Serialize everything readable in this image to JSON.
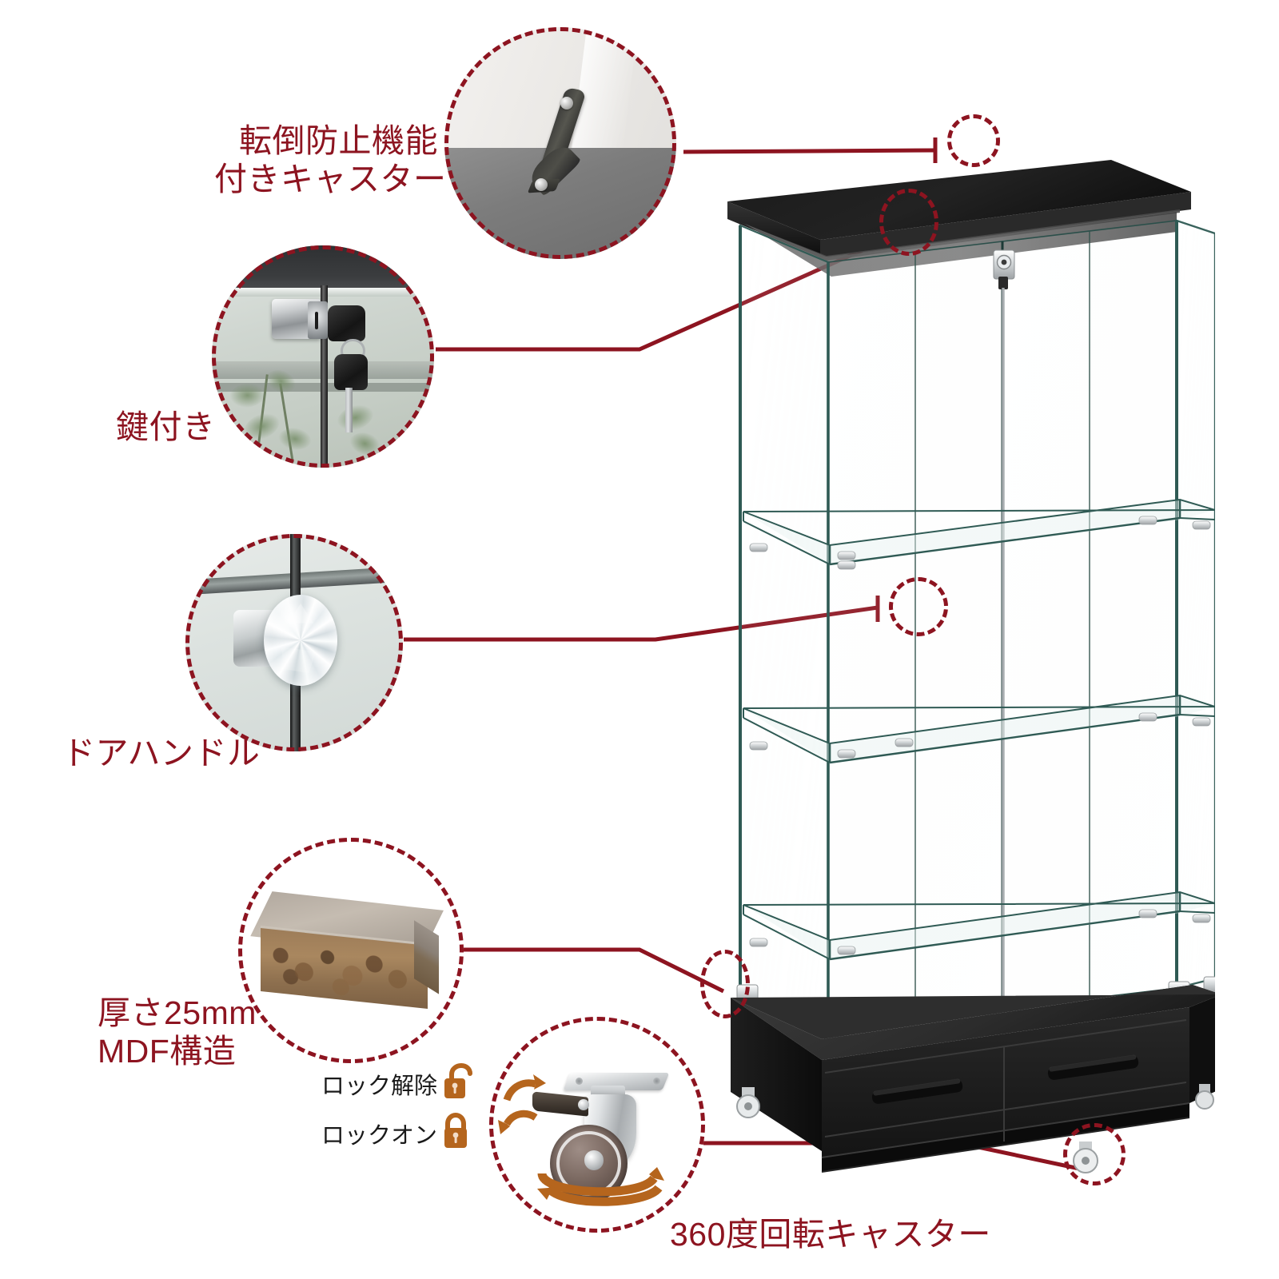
{
  "page": {
    "kind": "product-feature-infographic",
    "subject": "glass display cabinet with lockable doors, glass shelves, drawers and casters",
    "background_color": "#ffffff",
    "accent_color": "#8d1420",
    "secondary_accent_color": "#b5651d",
    "text_color_dark": "#1a1a1a"
  },
  "callouts": [
    {
      "id": "anti-tip-caster",
      "label": "転倒防止機能\n付きキャスター",
      "label_line1": "転倒防止機能",
      "label_line2": "付きキャスター",
      "photo": "anti-tip wall strap bracket screwed to wall and floor",
      "icon_name": "anti-tip-strap-photo"
    },
    {
      "id": "with-lock",
      "label": "鍵付き",
      "photo": "chrome cylinder lock on glass door with two black keys",
      "icon_name": "door-lock-photo"
    },
    {
      "id": "door-handle",
      "label": "ドアハンドル",
      "photo": "faceted crystal ball door knob mounted on glass door",
      "icon_name": "crystal-knob-photo"
    },
    {
      "id": "mdf-thickness",
      "label": "厚さ25mm\nMDF構造",
      "label_line1": "厚さ25mm",
      "label_line2": "MDF構造",
      "photo": "cut-away block of 25 mm thick MDF / particle board",
      "icon_name": "mdf-board-photo"
    },
    {
      "id": "swivel-caster",
      "label": "360度回転キャスター",
      "photo": "chrome swivel caster with rubber wheel and brake lever",
      "icon_name": "swivel-caster-photo",
      "states": [
        {
          "label": "ロック解除",
          "icon_name": "padlock-open-icon",
          "color": "#b5651d"
        },
        {
          "label": "ロックオン",
          "icon_name": "padlock-closed-icon",
          "color": "#b5651d"
        }
      ]
    }
  ],
  "product": {
    "name": "glass display cabinet",
    "top_panel_color": "#1c1c1c",
    "base_color": "#1e1e1e",
    "glass_edge_color": "#2f5a54",
    "hardware_color": "#dfe3e5",
    "shelf_count": 3,
    "door_count": 2,
    "drawer_count": 2,
    "caster_count": 4,
    "parts": [
      {
        "name": "top-panel",
        "material": "MDF",
        "color": "#1c1c1c"
      },
      {
        "name": "glass-door-left",
        "material": "tempered glass"
      },
      {
        "name": "glass-door-right",
        "material": "tempered glass"
      },
      {
        "name": "glass-side-panel",
        "material": "tempered glass"
      },
      {
        "name": "glass-shelf",
        "material": "tempered glass"
      },
      {
        "name": "door-lock",
        "material": "chrome"
      },
      {
        "name": "shelf-support-pin",
        "material": "chrome"
      },
      {
        "name": "glass-clip",
        "material": "chrome"
      },
      {
        "name": "base-cabinet",
        "material": "MDF",
        "color": "#1e1e1e"
      },
      {
        "name": "drawer",
        "material": "MDF",
        "color": "#1e1e1e"
      },
      {
        "name": "caster",
        "material": "nylon / chrome"
      }
    ]
  },
  "markers": [
    {
      "id": "marker-anti-tip",
      "target": "cabinet top rear corner"
    },
    {
      "id": "marker-lock",
      "target": "door lock at top center of doors"
    },
    {
      "id": "marker-handle",
      "target": "crystal knob on door center"
    },
    {
      "id": "marker-mdf",
      "target": "base panel left edge"
    },
    {
      "id": "marker-caster",
      "target": "front right caster under base"
    }
  ]
}
